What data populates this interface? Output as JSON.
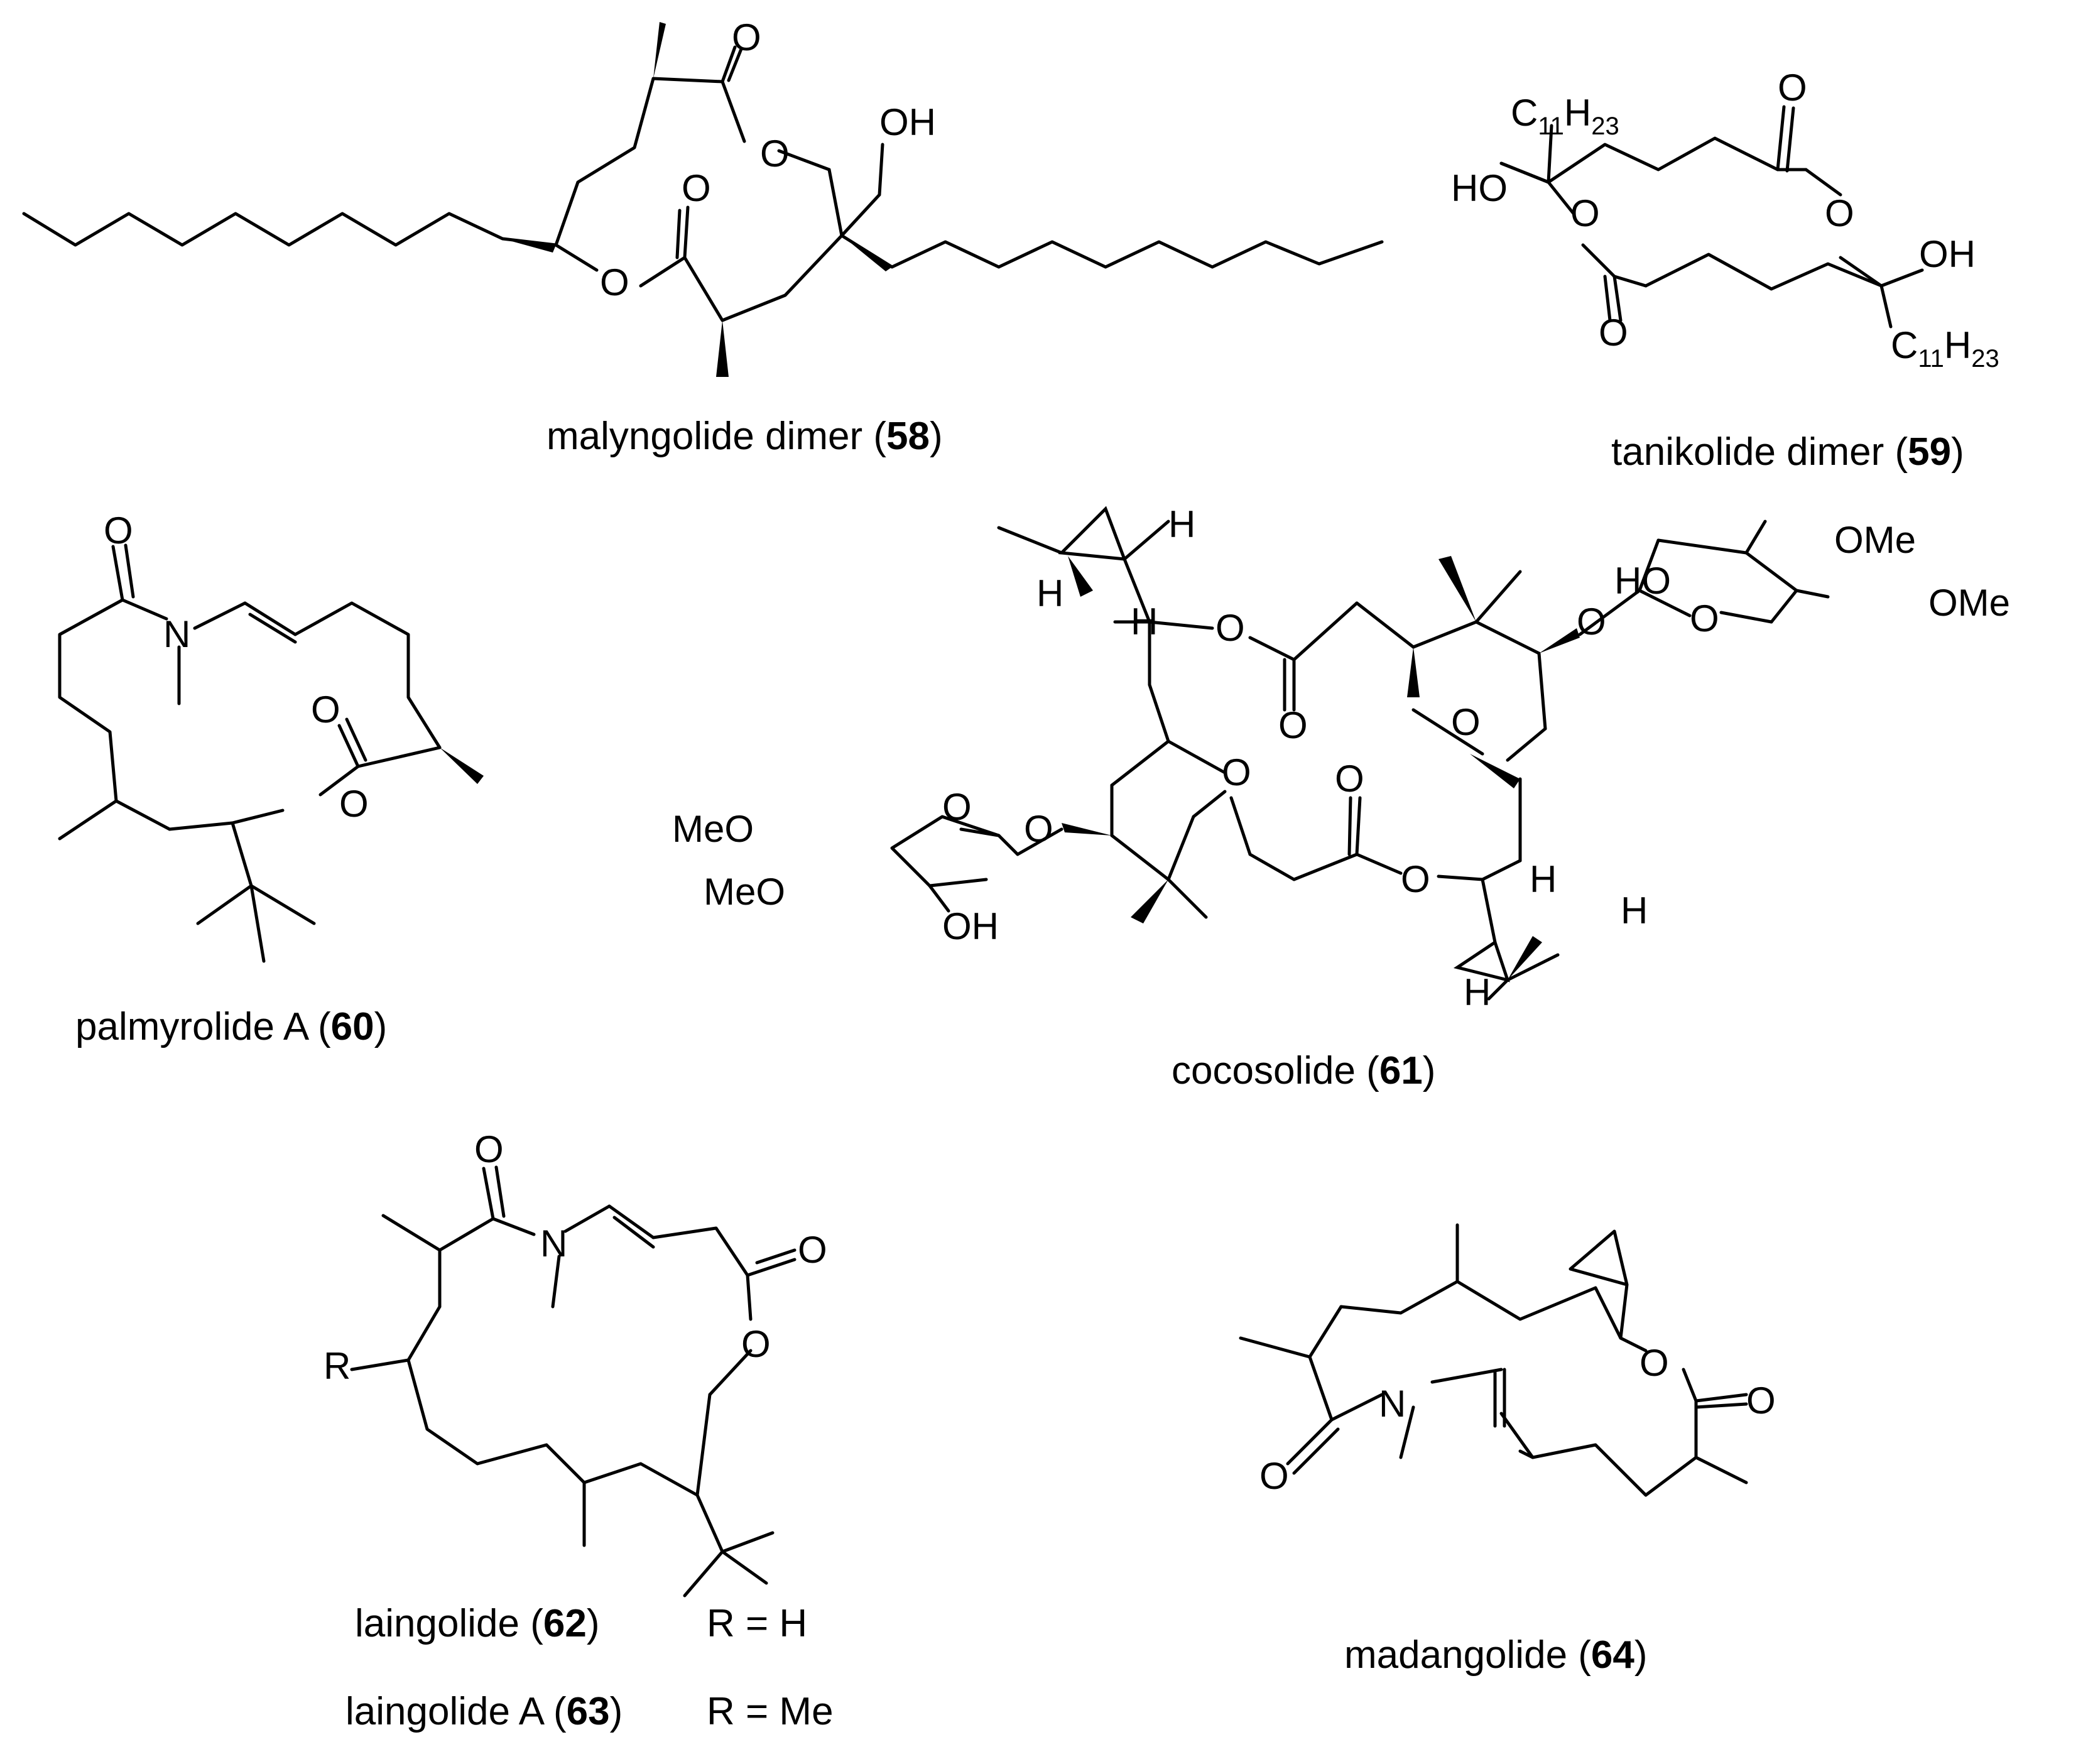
{
  "compounds": [
    {
      "id": "58",
      "name_prefix": "malyngolide dimer (",
      "number": "58",
      "name_suffix": ")"
    },
    {
      "id": "59",
      "name_prefix": "tanikolide dimer (",
      "number": "59",
      "name_suffix": ")"
    },
    {
      "id": "60",
      "name_prefix": "palmyrolide A (",
      "number": "60",
      "name_suffix": ")"
    },
    {
      "id": "61",
      "name_prefix": "cocosolide (",
      "number": "61",
      "name_suffix": ")"
    },
    {
      "id": "62",
      "name_prefix": "laingolide (",
      "number": "62",
      "name_suffix": ")",
      "r_group": "R = H"
    },
    {
      "id": "63",
      "name_prefix": "laingolide A (",
      "number": "63",
      "name_suffix": ")",
      "r_group": "R = Me"
    },
    {
      "id": "64",
      "name_prefix": "madangolide (",
      "number": "64",
      "name_suffix": ")"
    }
  ],
  "atom_labels": {
    "O": "O",
    "OH": "OH",
    "HO": "HO",
    "N": "N",
    "H": "H",
    "R": "R",
    "OMe": "OMe",
    "MeO": "MeO",
    "C": "C",
    "sub_11": "11",
    "H_": "H",
    "sub_23": "23"
  }
}
